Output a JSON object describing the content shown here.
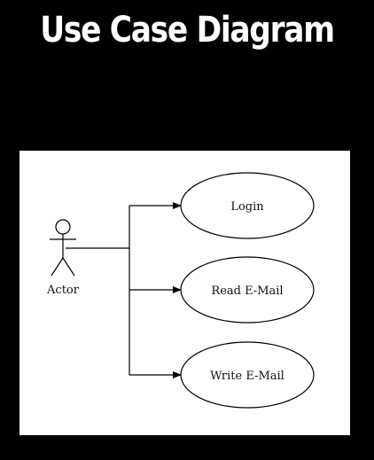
{
  "title": "Use Case Diagram",
  "diagram": {
    "actor": {
      "label": "Actor"
    },
    "use_cases": [
      {
        "label": "Login"
      },
      {
        "label": "Read E-Mail"
      },
      {
        "label": "Write E-Mail"
      }
    ],
    "colors": {
      "page_background": "#000000",
      "canvas_background": "#ffffff",
      "stroke": "#000000",
      "title_text": "#ffffff"
    }
  }
}
